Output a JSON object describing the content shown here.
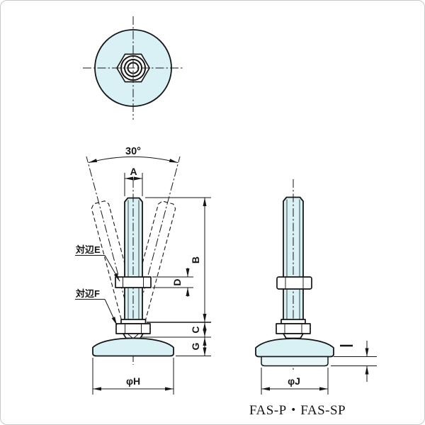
{
  "labels": {
    "angle": "30°",
    "dim_a": "A",
    "dim_b": "B",
    "dim_c": "C",
    "dim_d": "D",
    "dim_g": "G",
    "dia_h": "φH",
    "dia_j": "φJ",
    "across_flats_e": "対辺E",
    "across_flats_f": "対辺F",
    "product": "FAS-P・FAS-SP"
  },
  "colors": {
    "part-fill": "#d9f1f4",
    "pad-fill": "#e9f7f9",
    "line": "#161616",
    "background": "#ffffff"
  }
}
